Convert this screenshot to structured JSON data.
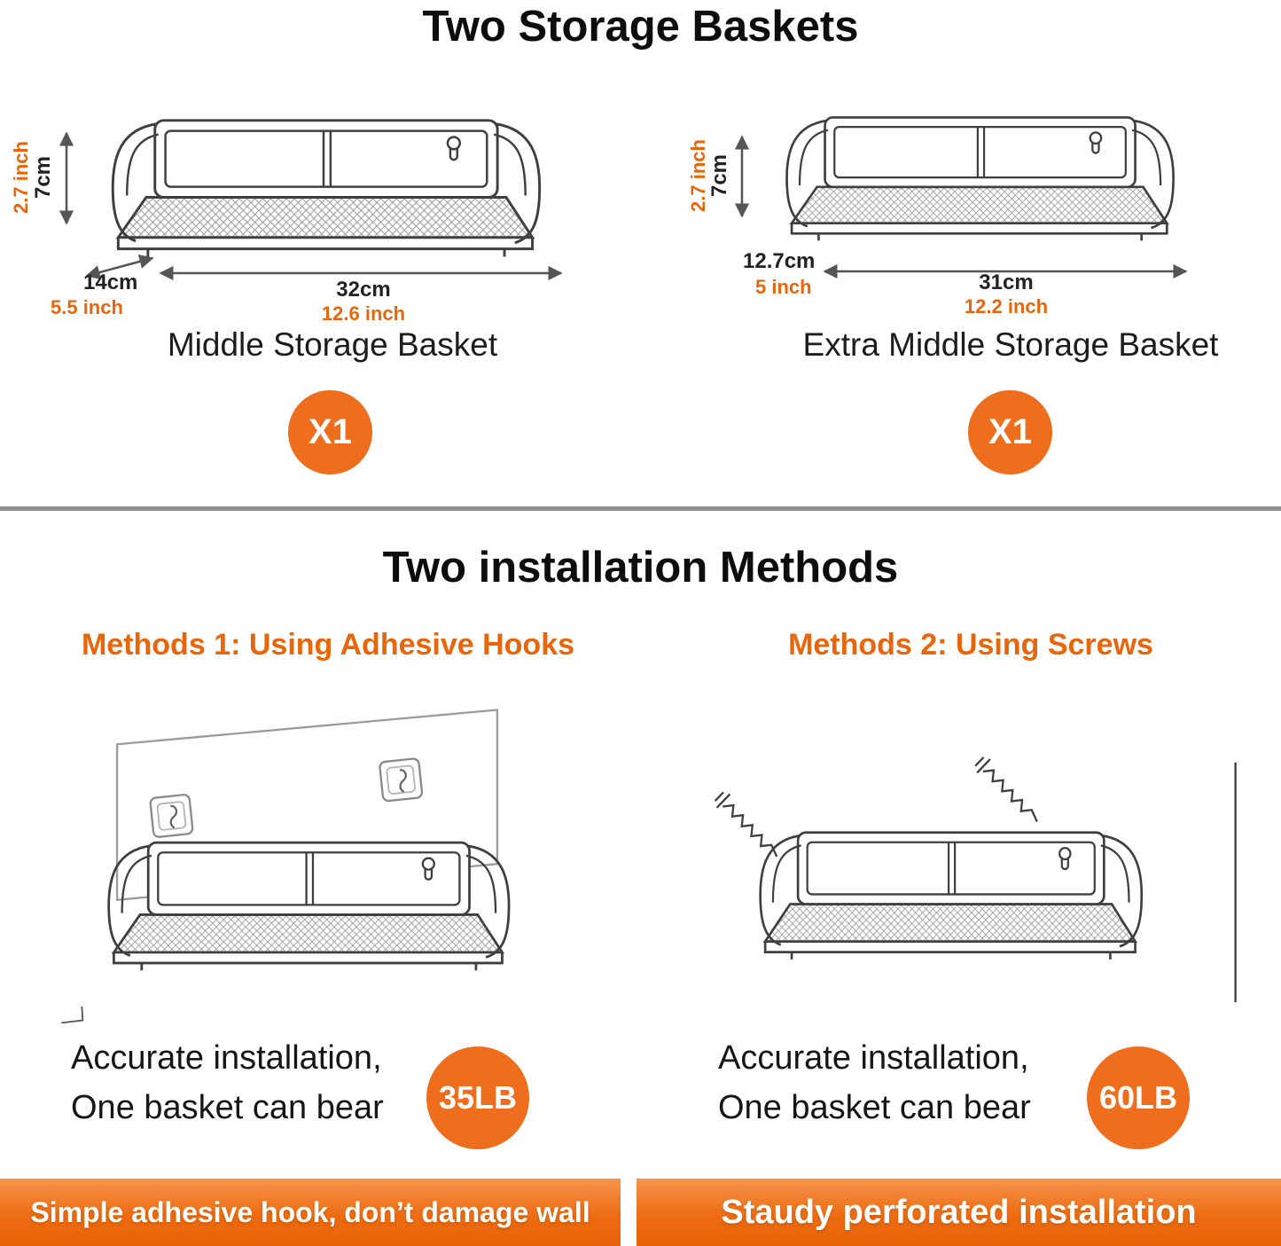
{
  "titles": {
    "section1": "Two Storage Baskets",
    "section2": "Two installation Methods"
  },
  "baskets": [
    {
      "name": "Middle Storage Basket",
      "qty": "X1",
      "height_cm": "7cm",
      "height_inch": "2.7 inch",
      "depth_cm": "14cm",
      "depth_inch": "5.5 inch",
      "width_cm": "32cm",
      "width_inch": "12.6 inch"
    },
    {
      "name": "Extra Middle Storage Basket",
      "qty": "X1",
      "height_cm": "7cm",
      "height_inch": "2.7 inch",
      "depth_cm": "12.7cm",
      "depth_inch": "5 inch",
      "width_cm": "31cm",
      "width_inch": "12.2 inch"
    }
  ],
  "methods": [
    {
      "title": "Methods 1: Using Adhesive Hooks",
      "note_line1": "Accurate installation,",
      "note_line2": "One basket can bear",
      "capacity": "35LB",
      "banner": "Simple adhesive hook, don’t damage wall"
    },
    {
      "title": "Methods 2: Using Screws",
      "note_line1": "Accurate installation,",
      "note_line2": "One basket can bear",
      "capacity": "60LB",
      "banner": "Staudy perforated installation"
    }
  ],
  "colors": {
    "accent_orange": "#EE6E1E",
    "inch_text": "#E8650A"
  }
}
